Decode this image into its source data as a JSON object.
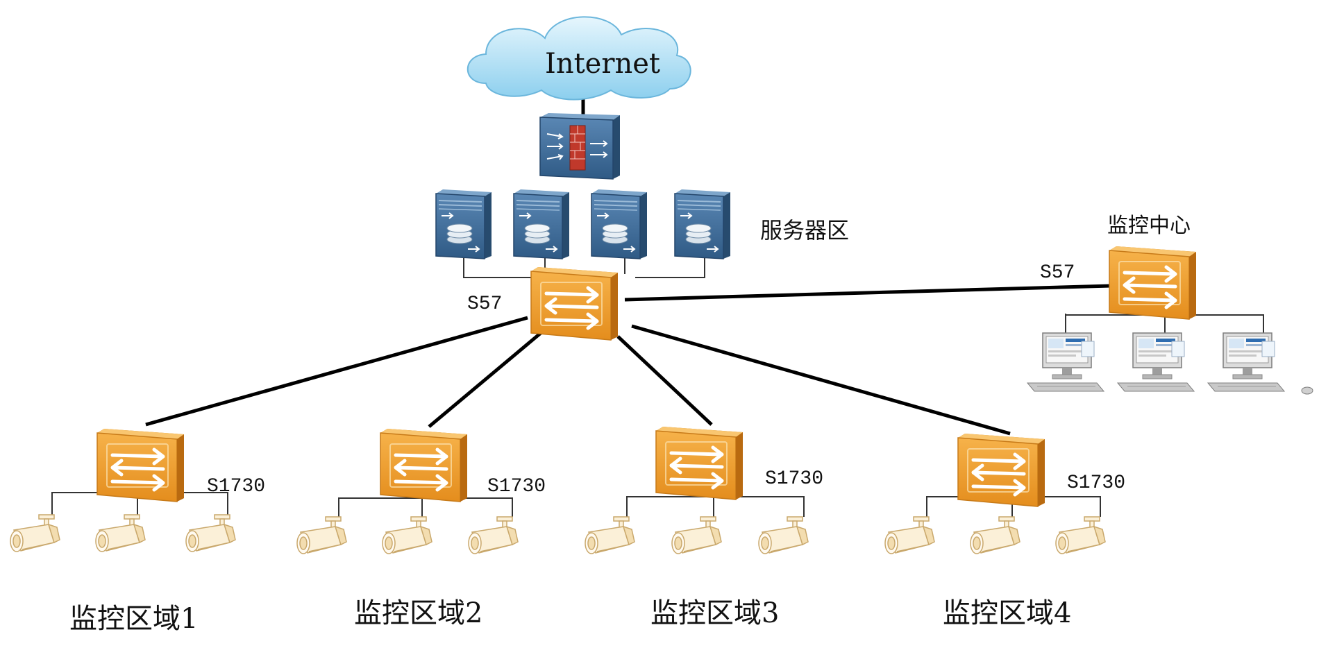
{
  "diagram": {
    "internet_label": "Internet",
    "server_zone_label": "服务器区",
    "core_switch_label": "S57",
    "monitor_center_label": "监控中心",
    "monitor_switch_label": "S57",
    "areas": [
      {
        "switch_label": "S1730",
        "area_label": "监控区域1"
      },
      {
        "switch_label": "S1730",
        "area_label": "监控区域2"
      },
      {
        "switch_label": "S1730",
        "area_label": "监控区域3"
      },
      {
        "switch_label": "S1730",
        "area_label": "监控区域4"
      }
    ]
  },
  "colors": {
    "switch_orange": "#f0a43a",
    "switch_dark": "#c97a12",
    "server_blue": "#3f6f9c",
    "camera_cream": "#fbf0d8",
    "cloud_blue": "#aee0f5",
    "firewall_red": "#c0392b"
  },
  "icons": [
    "cloud-icon",
    "firewall-icon",
    "server-icon",
    "switch-icon",
    "monitor-workstation-icon",
    "camera-icon"
  ]
}
